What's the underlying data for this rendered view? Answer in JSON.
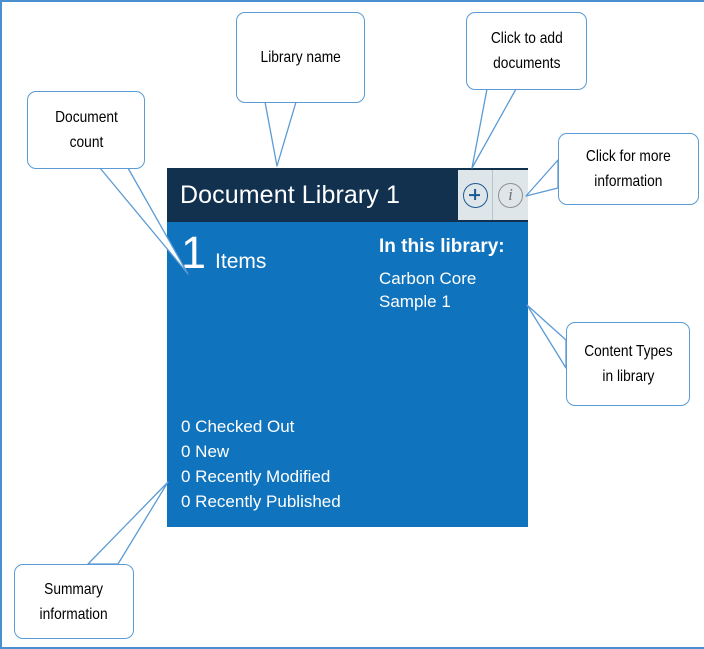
{
  "page": {
    "border_color": "#4a90d0",
    "background": "#ffffff"
  },
  "tile": {
    "header_color": "#11314f",
    "body_color": "#1073bd",
    "title": "Document Library 1",
    "actions": [
      {
        "name": "add-documents",
        "icon": "plus-circle-icon",
        "color": "#1b5a94"
      },
      {
        "name": "more-information",
        "icon": "info-circle-icon",
        "glyph": "i",
        "color": "#6f7479"
      }
    ],
    "count": {
      "number": "1",
      "label": "Items"
    },
    "library": {
      "heading": "In this library:",
      "content_types": [
        "Carbon Core",
        "Sample 1"
      ]
    },
    "summary": [
      "0 Checked Out",
      "0 New",
      "0 Recently Modified",
      "0 Recently Published"
    ]
  },
  "callouts": {
    "document_count": "Document\ncount",
    "library_name": "Library name",
    "add_documents": "Click to add\ndocuments",
    "more_information": "Click for more\ninformation",
    "content_types": "Content Types\nin library",
    "summary_information": "Summary\ninformation"
  }
}
